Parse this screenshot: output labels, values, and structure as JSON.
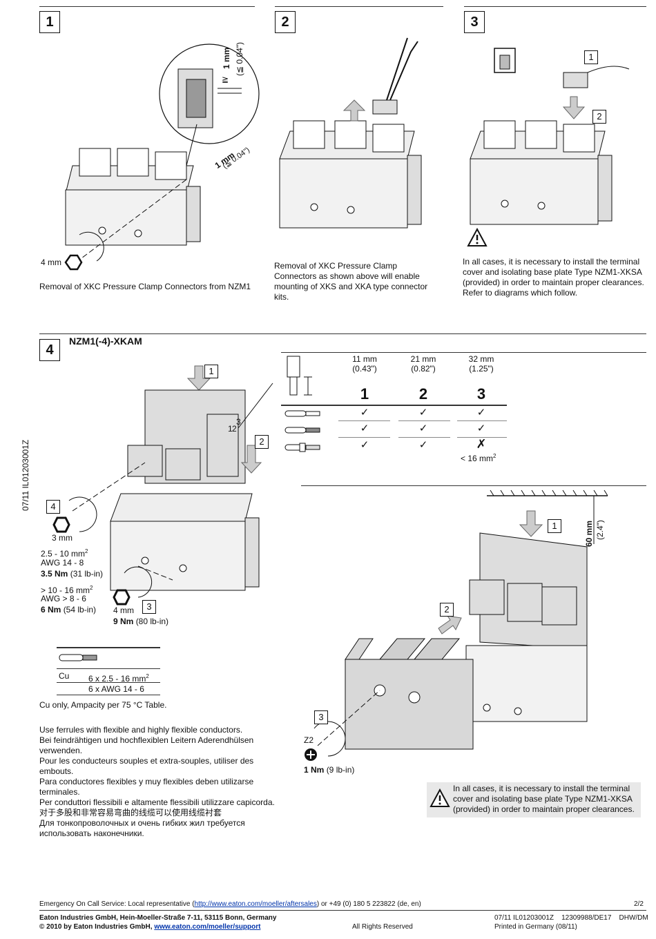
{
  "sections": {
    "s1": {
      "num": "1",
      "label_4mm": "4 mm",
      "dim_1mm_a": "1 mm",
      "dim_004_a": "(≦ 0.04\")",
      "dim_ge": "≧",
      "dim_1mm_b": "1 mm",
      "dim_004_b": "(≦ 0.04\")",
      "caption": "Removal of XKC Pressure Clamp Connectors from NZM1"
    },
    "s2": {
      "num": "2",
      "caption": "Removal of XKC Pressure Clamp Connectors as shown above will enable mounting of XKS and XKA type connector kits."
    },
    "s3": {
      "num": "3",
      "callout1": "1",
      "callout2": "2",
      "caption": "In all cases, it is necessary to install the terminal cover and isolating base plate Type NZM1-XKSA (provided) in order to maintain proper clearances. Refer to diagrams which follow."
    },
    "s4": {
      "num": "4",
      "title": "NZM1(-4)-XKAM",
      "c1": "1",
      "c2": "2",
      "c3": "3",
      "c4": "4",
      "mini_1": "1",
      "mini_2": "2",
      "mini_3": "3",
      "hex3": "3 mm",
      "spec1_a": "2.5 - 10 mm",
      "spec1_sup": "2",
      "spec1_b": "AWG 14 - 8",
      "spec1_torque": "3.5 Nm",
      "spec1_torque_in": "(31 lb-in)",
      "spec2_a": "> 10 - 16 mm",
      "spec2_sup": "2",
      "spec2_b": "AWG > 8 - 6",
      "spec2_torque": "6 Nm",
      "spec2_torque_in": "(54 lb-in)",
      "hex4": "4 mm",
      "torque9": "9 Nm",
      "torque9_in": "(80 lb-in)",
      "cu_label": "Cu",
      "cu_row1": "6 x 2.5 - 16 mm",
      "cu_row1_sup": "2",
      "cu_row2": "6 x AWG 14 - 6",
      "cu_note": "Cu only, Ampacity per 75 °C Table.",
      "ferrule_lines": [
        "Use ferrules with flexible and highly flexible conductors.",
        "Bei feindrähtigen und hochflexiblen Leitern Aderendhülsen verwenden.",
        "Pour les conducteurs souples et extra-souples, utiliser des embouts.",
        "Para conductores flexibles y muy flexibles deben utilizarse terminales.",
        "Per conduttori flessibili e altamente flessibili utilizzare capicorda.",
        "对于多股和非常容易弯曲的线缆可以使用线缆衬套",
        "Для тонкопроволочных и очень гибких жил требуется использовать наконечники."
      ],
      "strip_table": {
        "cols": [
          {
            "len": "11 mm",
            "inch": "(0.43\")",
            "num": "1"
          },
          {
            "len": "21 mm",
            "inch": "(0.82\")",
            "num": "2"
          },
          {
            "len": "32 mm",
            "inch": "(1.25\")",
            "num": "3"
          }
        ],
        "check": "✓",
        "cross": "✗",
        "note": "< 16 mm",
        "note_sup": "2"
      },
      "right_c1": "1",
      "right_c2": "2",
      "right_c3": "3",
      "dim60": "60 mm",
      "dim24": "(2.4\")",
      "z2": "Z2",
      "torque1": "1 Nm",
      "torque1_in": "(9 lb-in)",
      "warning": "In all cases, it is necessary to install the terminal cover and isolating base plate Type NZM1-XKSA (provided) in order to maintain proper clearances."
    }
  },
  "sidebar_code": "07/11 IL01203001Z",
  "footer": {
    "emergency_pre": "Emergency On Call Service: Local representative (",
    "emergency_link": "http://www.eaton.com/moeller/aftersales",
    "emergency_post": ") or +49 (0) 180 5 223822 (de, en)",
    "page": "2/2",
    "company": "Eaton Industries GmbH, Hein-Moeller-Straße 7-11, 53115 Bonn, Germany",
    "copyright_pre": "© 2010 by Eaton Industries GmbH, ",
    "copyright_link": "www.eaton.com/moeller/support",
    "rights": "All Rights Reserved",
    "doc_codes": "07/11 IL01203001Z    12309988/DE17    DHW/DM",
    "printed": "Printed in Germany (08/11)"
  }
}
